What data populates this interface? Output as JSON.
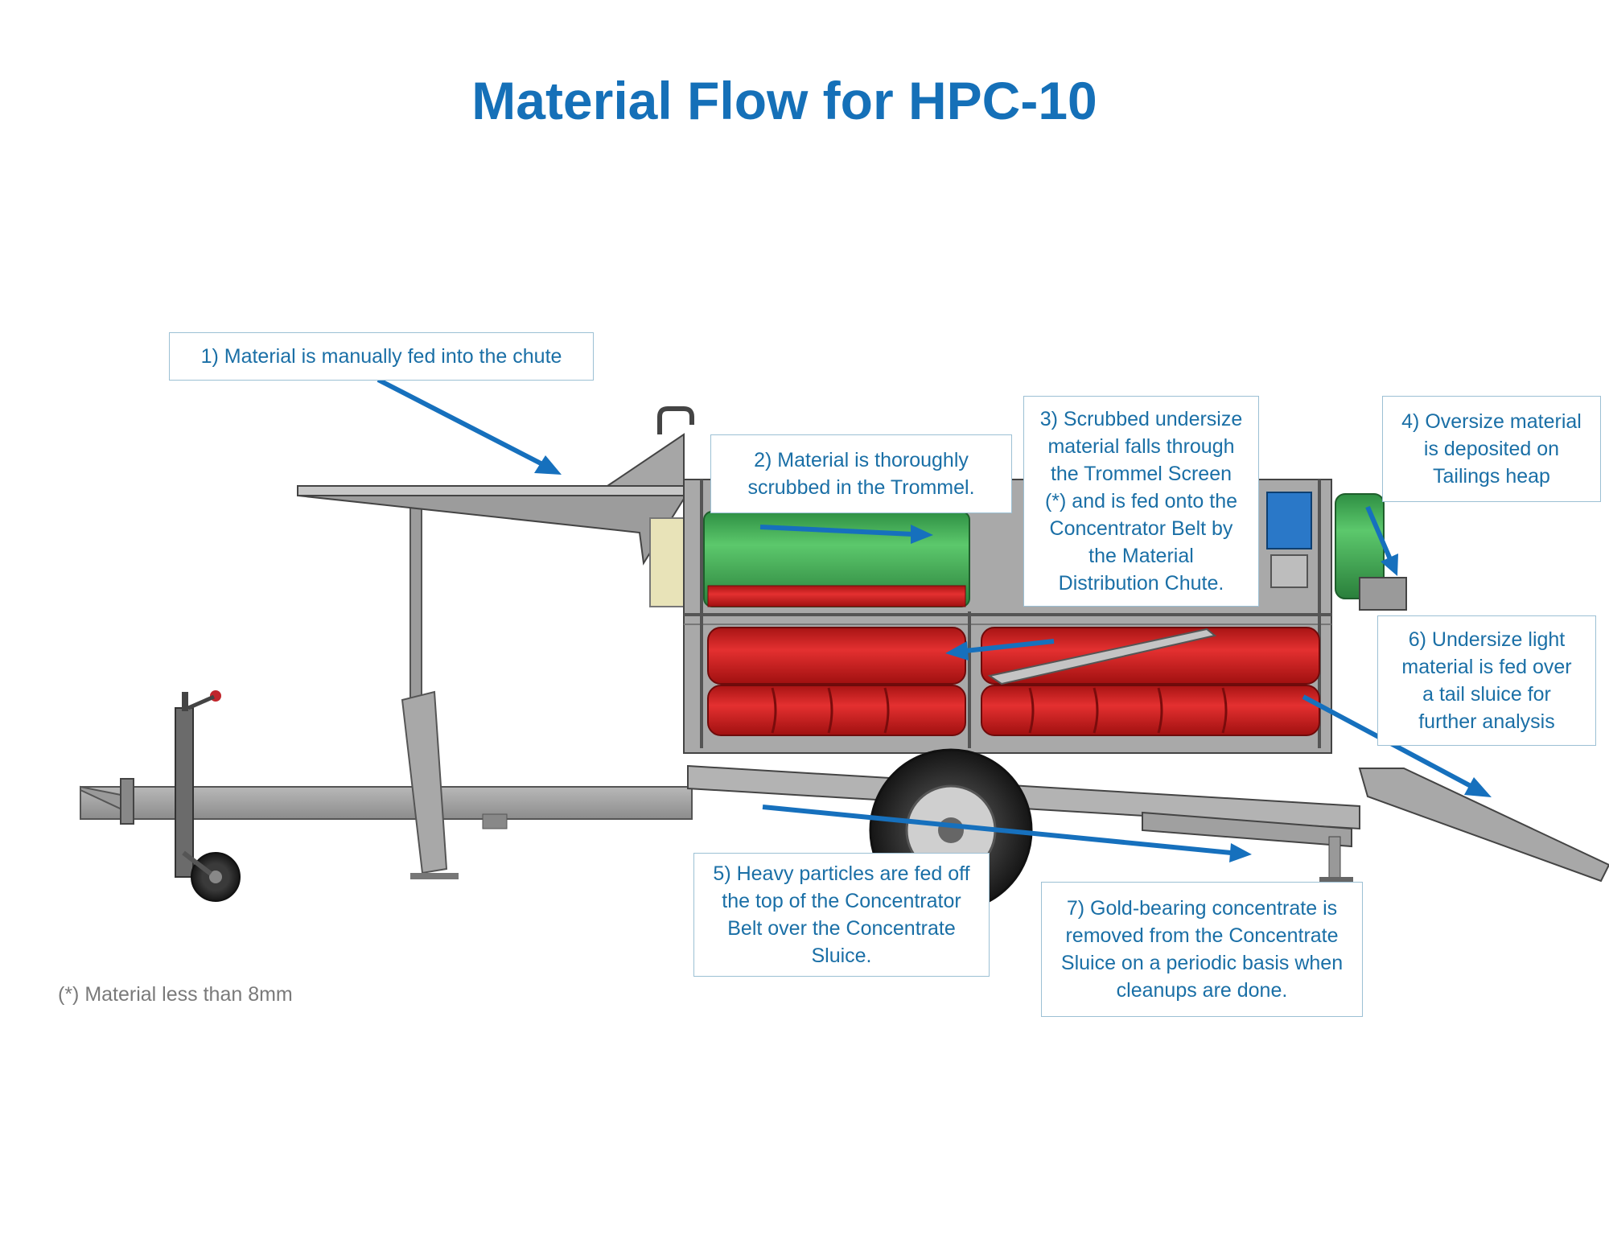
{
  "title": "Material Flow for HPC-10",
  "callouts": [
    {
      "id": "step-1",
      "text": "1) Material is manually fed into the chute"
    },
    {
      "id": "step-2",
      "text": "2) Material is thoroughly\nscrubbed in the Trommel."
    },
    {
      "id": "step-3",
      "text": "3) Scrubbed undersize\nmaterial falls through\nthe Trommel Screen\n(*) and is fed onto the\nConcentrator Belt by\nthe Material\nDistribution Chute."
    },
    {
      "id": "step-4",
      "text": "4) Oversize material\nis deposited on\nTailings heap"
    },
    {
      "id": "step-5",
      "text": "5) Heavy particles are fed off\nthe top of the Concentrator\nBelt over the Concentrate\nSluice."
    },
    {
      "id": "step-6",
      "text": "6) Undersize light\nmaterial is fed over\na tail sluice for\nfurther analysis"
    },
    {
      "id": "step-7",
      "text": "7) Gold-bearing concentrate is\nremoved from the Concentrate\nSluice on a periodic basis when\ncleanups are done."
    }
  ],
  "footnote": "(*) Material less than 8mm",
  "colors": {
    "title": "#1570b8",
    "callout_text": "#1a6fa6",
    "arrow": "#1670bd",
    "trommel_green": "#3fae55",
    "belt_red": "#d42020",
    "frame_grey": "#9a9a9a"
  }
}
